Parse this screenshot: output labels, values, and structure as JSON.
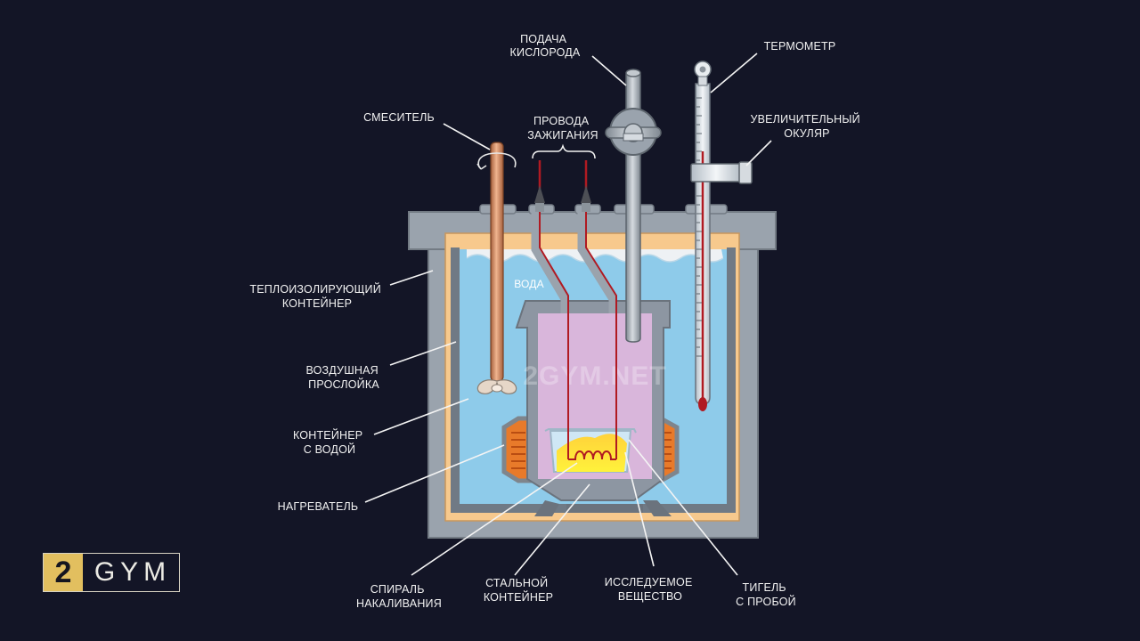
{
  "watermark": "2GYM.NET",
  "logo": {
    "number": "2",
    "word": "GYM"
  },
  "water_label": "ВОДА",
  "labels": {
    "oxygen_supply": [
      "ПОДАЧА",
      "КИСЛОРОДА"
    ],
    "thermometer": [
      "ТЕРМОМЕТР"
    ],
    "mixer": [
      "СМЕСИТЕЛЬ"
    ],
    "ignition_wires": [
      "ПРОВОДА",
      "ЗАЖИГАНИЯ"
    ],
    "magnifier": [
      "УВЕЛИЧИТЕЛЬНЫЙ",
      "ОКУЛЯР"
    ],
    "insulated_container": [
      "ТЕПЛОИЗОЛИРУЮЩИЙ",
      "КОНТЕЙНЕР"
    ],
    "air_layer": [
      "ВОЗДУШНАЯ",
      "ПРОСЛОЙКА"
    ],
    "water_container": [
      "КОНТЕЙНЕР",
      "С ВОДОЙ"
    ],
    "heater": [
      "НАГРЕВАТЕЛЬ"
    ],
    "filament": [
      "СПИРАЛЬ",
      "НАКАЛИВАНИЯ"
    ],
    "steel_container": [
      "СТАЛЬНОЙ",
      "КОНТЕЙНЕР"
    ],
    "sample": [
      "ИССЛЕДУЕМОЕ",
      "ВЕЩЕСТВО"
    ],
    "crucible": [
      "ТИГЕЛЬ",
      "С ПРОБОЙ"
    ]
  },
  "colors": {
    "background": "#131526",
    "outer_container": "#9aa3ad",
    "air_layer": "#f7c98d",
    "water": "#8ecbea",
    "steel_container": "#8d96a2",
    "bomb_interior": "#d9b6db",
    "heater": "#e87a2a",
    "sample": "#ffe021",
    "wire": "#b01a22",
    "logo_accent": "#e2bf5f"
  }
}
